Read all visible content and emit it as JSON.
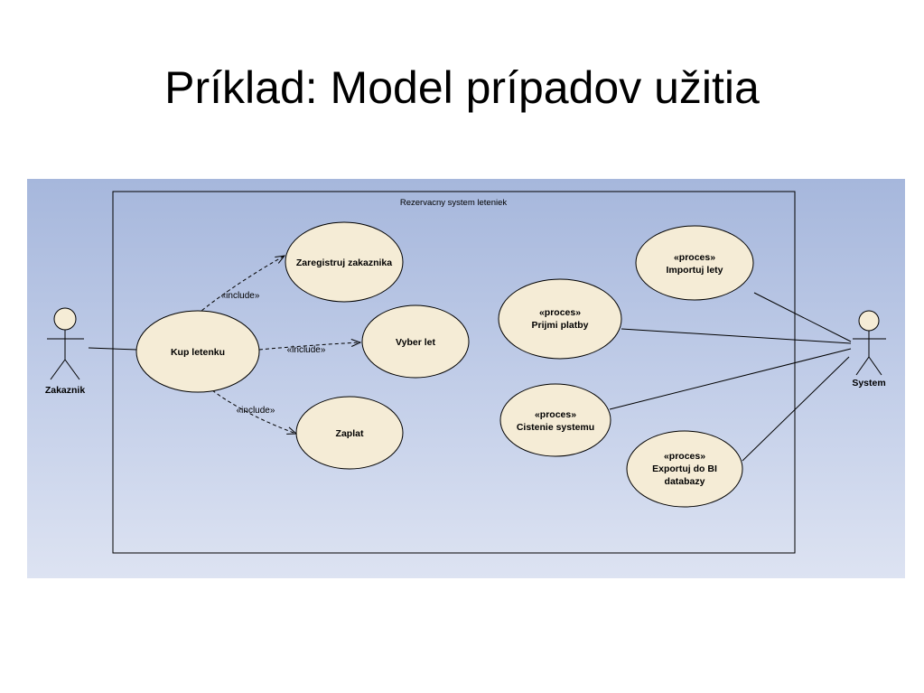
{
  "slide": {
    "title": "Príklad: Model prípadov užitia"
  },
  "diagram": {
    "system_boundary_label": "Rezervacny system leteniek",
    "actors": {
      "customer": "Zakaznik",
      "system": "System"
    },
    "use_cases": {
      "register_customer": "Zaregistruj zakaznika",
      "buy_ticket": "Kup letenku",
      "select_flight": "Vyber let",
      "pay": "Zaplat",
      "import_flights": {
        "stereotype": "«proces»",
        "name": "Importuj lety"
      },
      "receive_payments": {
        "stereotype": "«proces»",
        "name": "Prijmi platby"
      },
      "system_cleanup": {
        "stereotype": "«proces»",
        "name": "Cistenie systemu"
      },
      "export_bi": {
        "stereotype": "«proces»",
        "name_line1": "Exportuj do BI",
        "name_line2": "databazy"
      }
    },
    "relations": {
      "include_register": "«include»",
      "include_select": "«include»",
      "include_pay": "«include»"
    },
    "colors": {
      "use_case_fill": "#f5ecd6",
      "outline": "#000000",
      "actor_head_fill": "#f5ecd6",
      "panel_top": "#a6b7dc",
      "panel_bottom": "#dde3f2"
    }
  }
}
